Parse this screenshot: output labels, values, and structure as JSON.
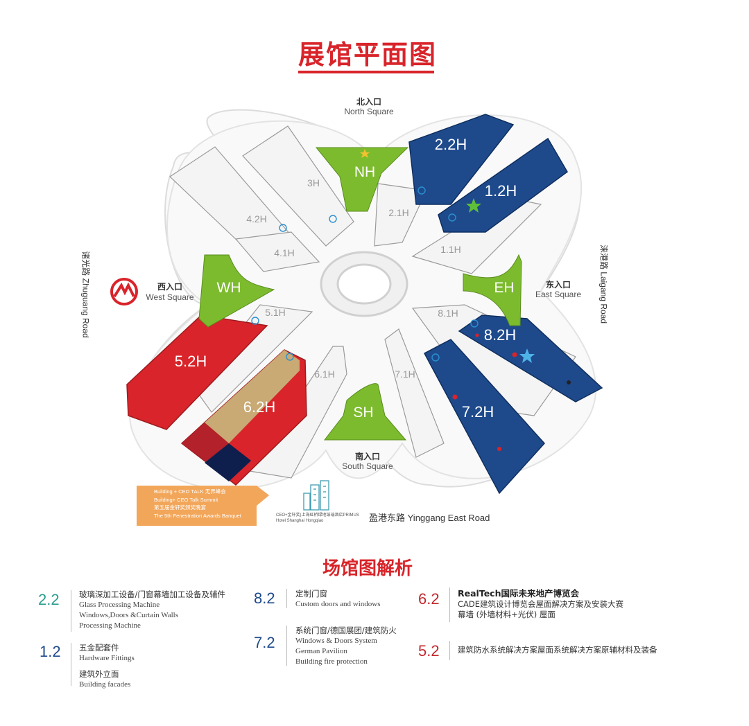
{
  "title": "展馆平面图",
  "entrances": {
    "north": {
      "cn": "北入口",
      "en": "North Square"
    },
    "west": {
      "cn": "西入口",
      "en": "West Square"
    },
    "east": {
      "cn": "东入口",
      "en": "East Square"
    },
    "south": {
      "cn": "南入口",
      "en": "South Square"
    }
  },
  "roads": {
    "west": "诸光路 Zhuguang Road",
    "east": "涞港路 Laigang Road",
    "south": "盈港东路 Yinggang East Road"
  },
  "squares": {
    "nh": "NH",
    "wh": "WH",
    "eh": "EH",
    "sh": "SH"
  },
  "halls": {
    "h2_2": "2.2H",
    "h1_2": "1.2H",
    "h3": "3H",
    "h2_1": "2.1H",
    "h1_1": "1.1H",
    "h4_2": "4.2H",
    "h4_1": "4.1H",
    "h5_1": "5.1H",
    "h5_2": "5.2H",
    "h6_2": "6.2H",
    "h6_1": "6.1H",
    "h7_1": "7.1H",
    "h7_2": "7.2H",
    "h8_1": "8.1H",
    "h8_2": "8.2H"
  },
  "banner": {
    "line1": "Building + CEO TALK 无界峰会",
    "line2": "Building+ CEO Talk Summit",
    "line3": "第五届金轩奖颁奖晚宴",
    "line4": "The 5th Fenestration Awards Banquet"
  },
  "hotel": {
    "line1": "CEO+金轩奖(上海虹桥绿地铂瑞酒店PRIMUS",
    "line2": "Hotel Shanghai Hongqiao"
  },
  "legend": {
    "title": "场馆图解析",
    "items": {
      "h2_2": {
        "num": "2.2",
        "cn": "玻璃深加工设备/门窗幕墙加工设备及辅件",
        "en1": "Glass Processing Machine",
        "en2": "Windows,Doors &Curtain Walls",
        "en3": "Processing Machine"
      },
      "h1_2": {
        "num": "1.2",
        "cn": "五金配套件",
        "en": "Hardware Fittings",
        "cn2": "建筑外立面",
        "en2": "Building facades"
      },
      "h8_2": {
        "num": "8.2",
        "cn": "定制门窗",
        "en": "Custom doors and windows"
      },
      "h7_2": {
        "num": "7.2",
        "cn": "系统门窗/德国展团/建筑防火",
        "en1": "Windows & Doors System",
        "en2": "German Pavilion",
        "en3": "Building fire protection"
      },
      "h6_2": {
        "num": "6.2",
        "cn": "RealTech国际未来地产博览会",
        "cn2": "CADE建筑设计博览会屋面解决方案及安装大赛",
        "cn3": "幕墙 (外墙材料+光伏) 屋面"
      },
      "h5_2": {
        "num": "5.2",
        "cn": "建筑防水系统解决方案屋面系统解决方案原辅材料及装备"
      }
    }
  },
  "colors": {
    "red": "#d8242a",
    "blue": "#1e4a8c",
    "green": "#7cbb2e",
    "teal": "#2a9d8f",
    "tan": "#c9a974",
    "orange": "#f2a65a",
    "gray_hall": "#f4f4f4"
  }
}
